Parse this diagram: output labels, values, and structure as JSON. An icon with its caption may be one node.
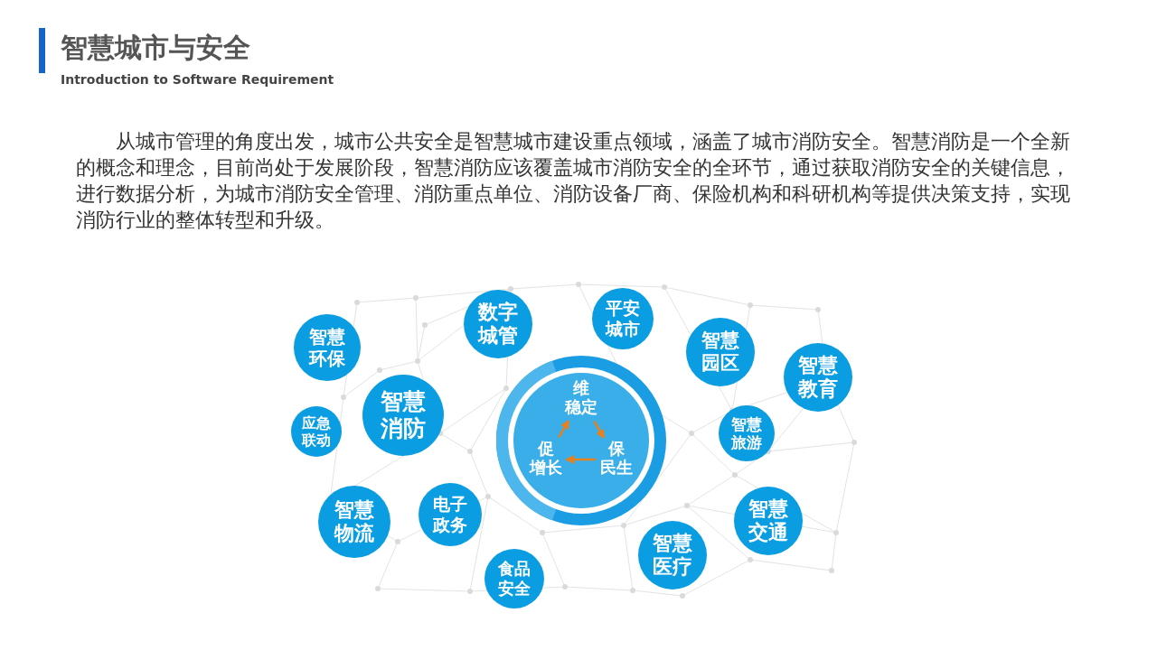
{
  "diagram": {
    "title": "智慧城市与安全",
    "nodes": [
      {
        "text": [],
        "shape": "circle"
      },
      {
        "text": [
          "维稳定"
        ],
        "in": 0
      },
      {
        "text": [
          "保民生"
        ],
        "in": 0
      },
      {
        "text": [
          "促增长"
        ],
        "in": 0
      },
      {
        "text": [
          "数字城管"
        ]
      },
      {
        "text": [
          "平安城市"
        ]
      },
      {
        "text": [
          "智慧环保"
        ]
      },
      {
        "text": [
          "智慧园区"
        ]
      },
      {
        "text": [
          "智慧教育"
        ]
      },
      {
        "text": [
          "智慧消防"
        ]
      },
      {
        "text": [
          "应急联动"
        ]
      },
      {
        "text": [
          "智慧旅游"
        ]
      },
      {
        "text": [
          "电子政务"
        ]
      },
      {
        "text": [
          "智慧物流"
        ]
      },
      {
        "text": [
          "智慧交通"
        ]
      },
      {
        "text": [
          "智慧医疗"
        ]
      },
      {
        "text": [
          "食品安全"
        ]
      }
    ],
    "edges": [
      {
        "from": 1,
        "to": 2,
        "arrow": "to"
      },
      {
        "from": 2,
        "to": 3,
        "arrow": "to"
      },
      {
        "from": 3,
        "to": 1,
        "arrow": "to"
      }
    ],
    "labels": [
      "Introduction to Software Requirement",
      "从城市管理的角度出发，城市公共安全是智慧城市建设重点领域，涵盖了城市消防安全。智慧消防是一个全新的概念和理念，目前尚处于发展阶段，智慧消防应该覆盖城市消防安全的全环节，通过获取消防安全的关键信息，进行数据分析，为城市消防安全管理、消防重点单位、消防设备厂商、保险机构和科研机构等提供决策支持，实现消防行业的整体转型和升级。"
    ]
  }
}
